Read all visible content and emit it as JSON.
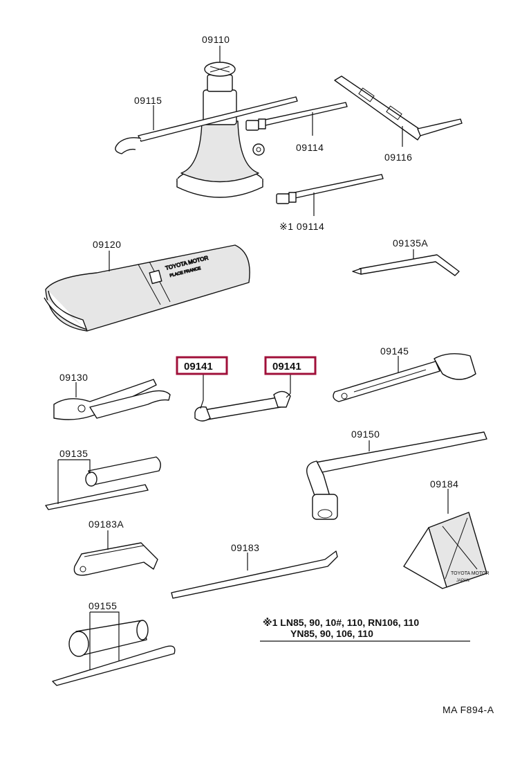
{
  "parts": {
    "p09110": "09110",
    "p09115": "09115",
    "p09114": "09114",
    "p09116": "09116",
    "p09114b": "※1 09114",
    "p09120": "09120",
    "p09135A": "09135A",
    "p09130": "09130",
    "p09141a": "09141",
    "p09141b": "09141",
    "p09145": "09145",
    "p09150": "09150",
    "p09135": "09135",
    "p09184": "09184",
    "p09183A": "09183A",
    "p09183": "09183",
    "p09155": "09155"
  },
  "imprints": {
    "bag_line1": "TOYOTA MOTOR",
    "bag_line2": "PLACE FRANCE",
    "chock_line1": "TOYOTA MOTOR",
    "chock_line2": "JAPAN"
  },
  "highlight_color": "#a0103a",
  "notes": {
    "line1": "※1  LN85, 90, 10#, 110, RN106, 110",
    "line2": "YN85, 90, 106, 110"
  },
  "diagram_code": "MA F894-A"
}
